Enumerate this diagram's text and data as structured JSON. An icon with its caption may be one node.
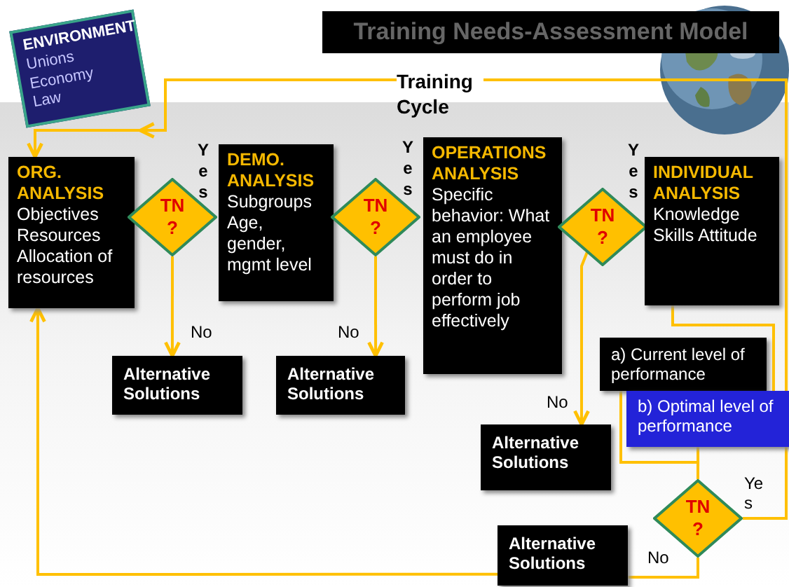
{
  "diagram": {
    "title": "Training Needs-Assessment Model",
    "nodes": [
      {
        "text": [
          "ENVIRONMENT",
          "Unions Economy Law"
        ]
      },
      {
        "text": [
          "Training Cycle"
        ]
      },
      {
        "text": [
          "ORG. ANALYSIS",
          "Objectives Resources Allocation of resources"
        ]
      },
      {
        "text": [
          "TN ?"
        ]
      },
      {
        "text": [
          "DEMO. ANALYSIS",
          "Subgroups Age, gender, mgmt level"
        ]
      },
      {
        "text": [
          "TN ?"
        ]
      },
      {
        "text": [
          "OPERATIONS ANALYSIS",
          "Specific behavior: What an employee must do in order to perform job effectively"
        ]
      },
      {
        "text": [
          "TN ?"
        ]
      },
      {
        "text": [
          "INDIVIDUAL ANALYSIS",
          "Knowledge Skills Attitude"
        ]
      },
      {
        "text": [
          "Alternative Solutions"
        ]
      },
      {
        "text": [
          "Alternative Solutions"
        ]
      },
      {
        "text": [
          "a) Current level of performance"
        ]
      },
      {
        "text": [
          "b) Optimal level of performance"
        ]
      },
      {
        "text": [
          "Alternative Solutions"
        ]
      },
      {
        "text": [
          "TN ?"
        ]
      },
      {
        "text": [
          "Alternative Solutions"
        ]
      }
    ],
    "edges": [
      {
        "from": 14,
        "to": 1,
        "arrow": "none",
        "label": "Ye s"
      },
      {
        "from": 1,
        "to": 0,
        "arrow": "to"
      },
      {
        "from": 1,
        "to": 2,
        "arrow": "to"
      },
      {
        "from": 3,
        "to": 9,
        "arrow": "to",
        "label": "No"
      },
      {
        "from": 5,
        "to": 10,
        "arrow": "to",
        "label": "No"
      },
      {
        "from": 7,
        "to": 13,
        "arrow": "to",
        "label": "No"
      },
      {
        "from": 8,
        "to": 12,
        "arrow": "none"
      },
      {
        "from": 11,
        "to": 14,
        "arrow": "none"
      },
      {
        "from": 12,
        "to": 14,
        "arrow": "none"
      },
      {
        "from": 14,
        "to": 15,
        "arrow": "none",
        "label": "No"
      },
      {
        "from": 15,
        "to": 2,
        "arrow": "to"
      }
    ],
    "labels": [
      "Yes",
      "Yes",
      "Yes"
    ]
  }
}
